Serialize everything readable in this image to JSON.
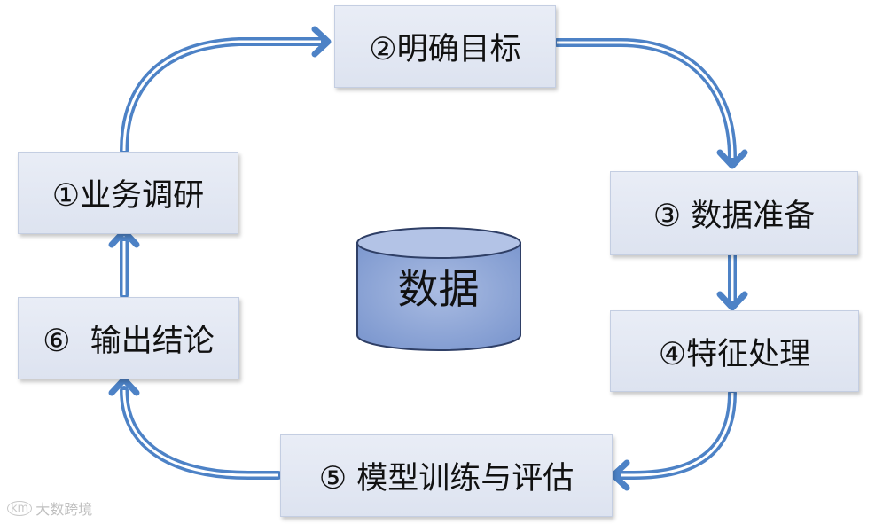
{
  "center": {
    "label": "数据"
  },
  "steps": [
    {
      "label": "①业务调研"
    },
    {
      "label": "②明确目标"
    },
    {
      "label": "③ 数据准备"
    },
    {
      "label": "④特征处理"
    },
    {
      "label": "⑤ 模型训练与评估"
    },
    {
      "label": "⑥  输出结论"
    }
  ],
  "watermark": {
    "logo": "km",
    "text": "大数跨境"
  },
  "colors": {
    "arrow": "#5b8fd0",
    "box_fill": "#e3e8f3",
    "cylinder": "#8ba4d6"
  }
}
